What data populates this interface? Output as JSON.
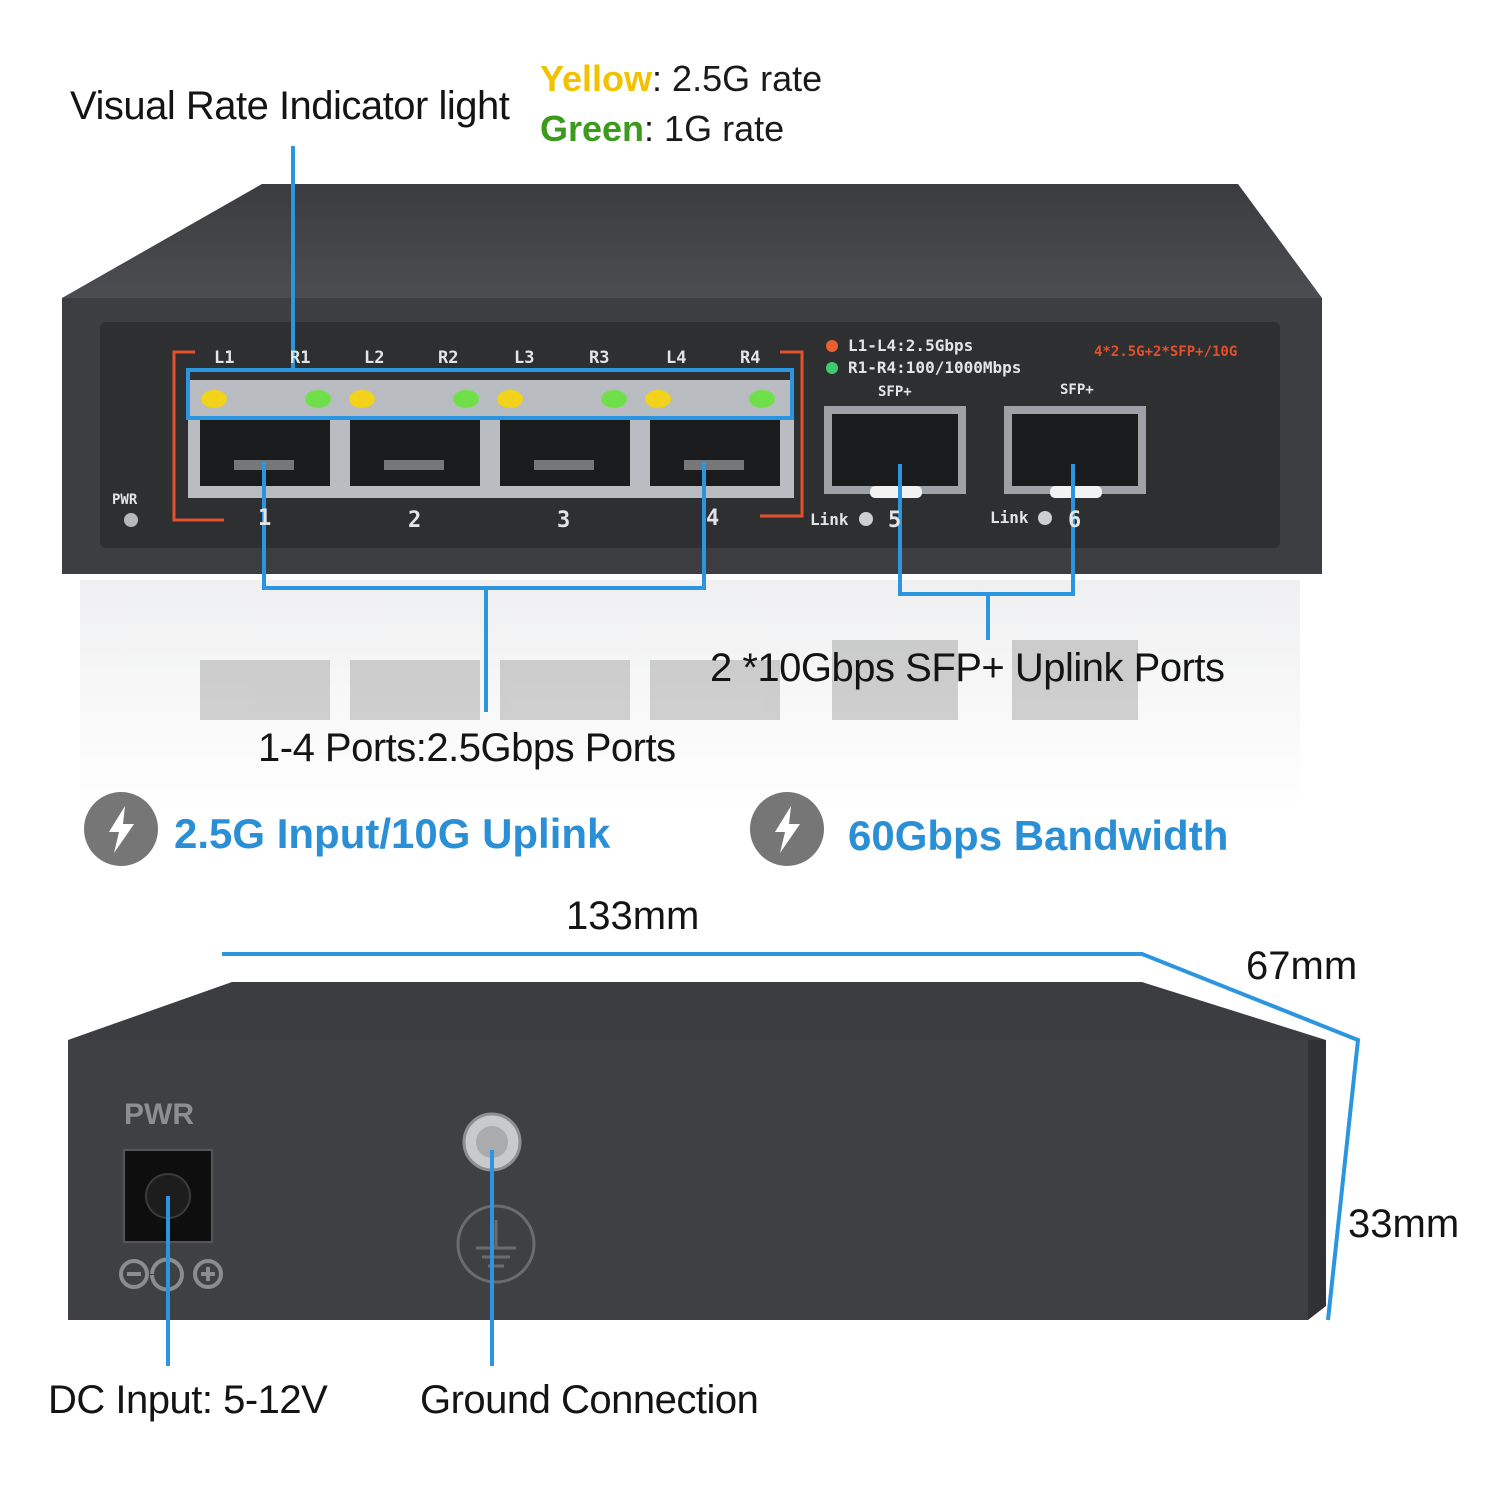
{
  "front": {
    "indicator_label": "Visual Rate Indicator light",
    "legend": [
      {
        "color_name": "Yellow",
        "rest": ": 2.5G rate",
        "color": "#f2c200"
      },
      {
        "color_name": "Green",
        "rest": ": 1G rate",
        "color": "#3c9a1c"
      }
    ],
    "led_labels": [
      "L1",
      "R1",
      "L2",
      "R2",
      "L3",
      "R3",
      "L4",
      "R4"
    ],
    "port_numbers": [
      "1",
      "2",
      "3",
      "4"
    ],
    "sfp_numbers": [
      "5",
      "6"
    ],
    "pwr": "PWR",
    "link": "Link",
    "sfp_label": "SFP+",
    "speed_legend": [
      "L1-L4:2.5Gbps",
      "R1-R4:100/1000Mbps"
    ],
    "model": "4*2.5G+2*SFP+/10G",
    "ports_callout": "1-4 Ports:2.5Gbps Ports",
    "sfp_callout": "2 *10Gbps SFP+ Uplink Ports"
  },
  "features": [
    {
      "icon": "lightning-icon",
      "text": "2.5G Input/10G Uplink"
    },
    {
      "icon": "lightning-icon",
      "text": "60Gbps Bandwidth"
    }
  ],
  "dimensions": {
    "width": "133mm",
    "depth": "67mm",
    "height": "33mm"
  },
  "back": {
    "pwr": "PWR",
    "dc_callout": "DC Input: 5-12V",
    "ground_callout": "Ground Connection"
  },
  "colors": {
    "accent_blue": "#2b95e0",
    "feature_blue": "#2b8fd6",
    "device_gray": "#3e4043",
    "led_yellow": "#f2d21a",
    "led_green": "#6fe04a",
    "bracket_red": "#e2502d"
  }
}
